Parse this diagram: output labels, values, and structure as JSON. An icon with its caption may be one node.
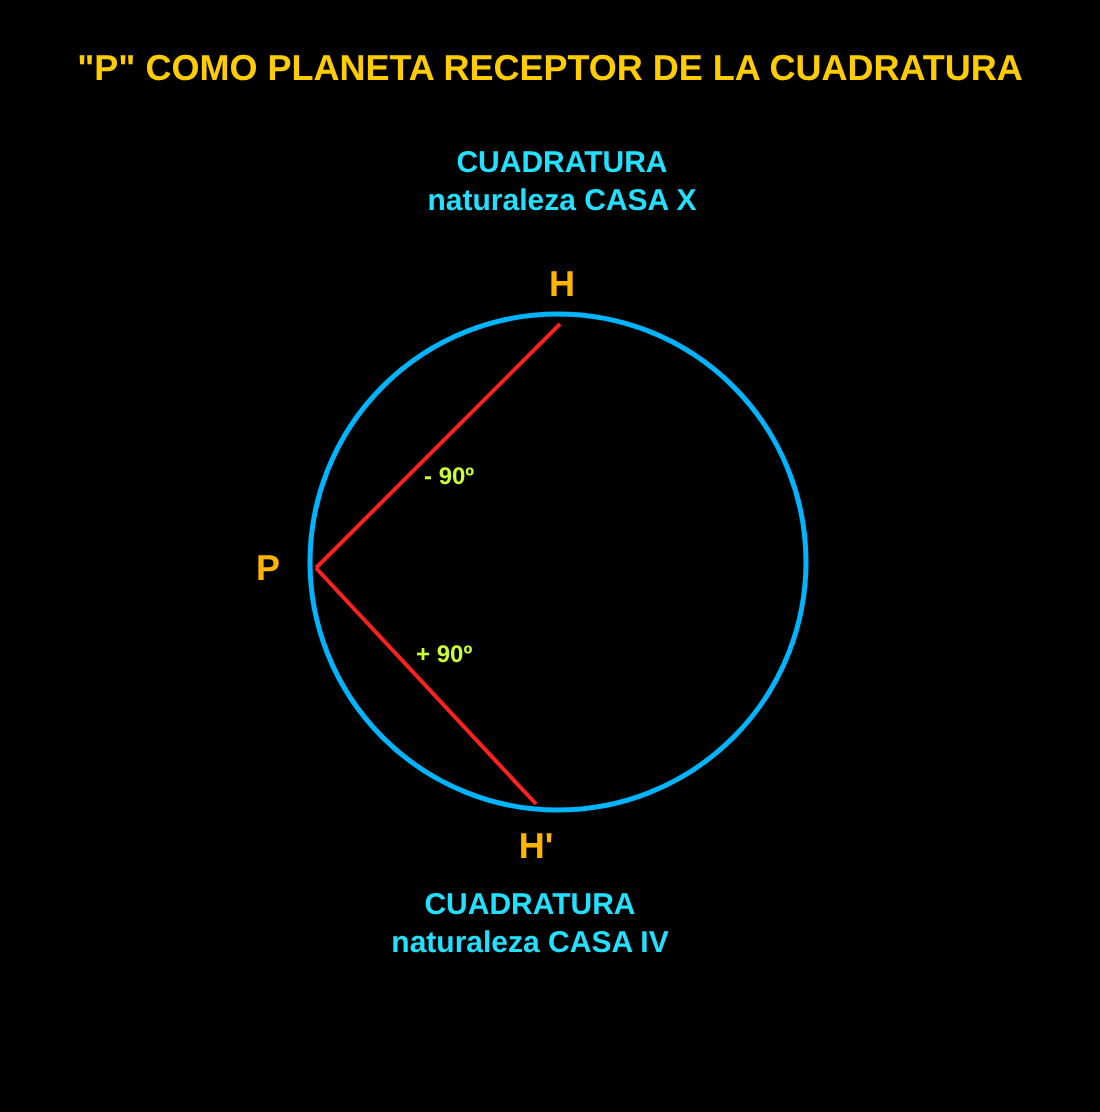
{
  "diagram": {
    "title": "\"P\" COMO PLANETA RECEPTOR DE LA CUADRATURA",
    "nodes": [
      {
        "text": [
          "H"
        ],
        "beside": [
          "CUADRATURA naturaleza CASA X"
        ]
      },
      {
        "text": [
          "P"
        ]
      },
      {
        "text": [
          "H'"
        ],
        "beside": [
          "CUADRATURA naturaleza CASA IV"
        ]
      }
    ],
    "edges": [
      {
        "from": 1,
        "to": 0,
        "arrow": "none",
        "label": "- 90º"
      },
      {
        "from": 1,
        "to": 2,
        "arrow": "none",
        "label": "+ 90º"
      }
    ]
  }
}
